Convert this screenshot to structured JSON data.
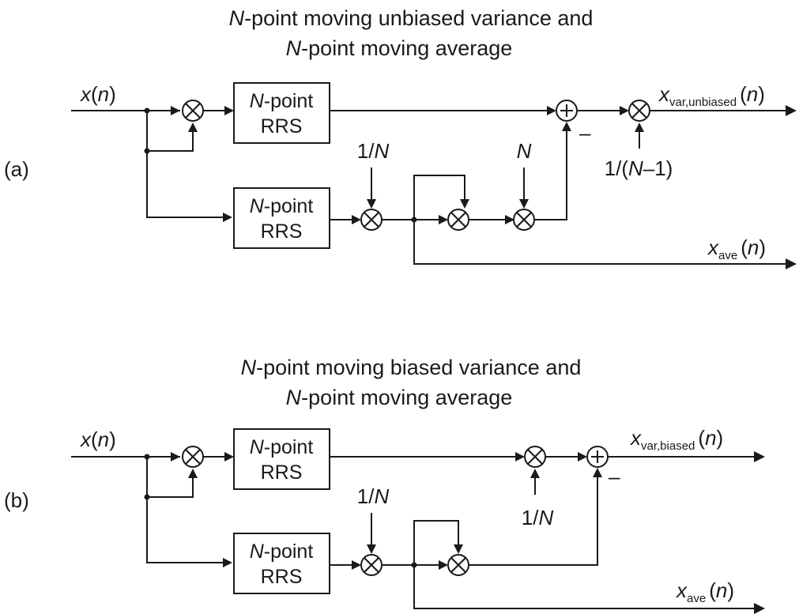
{
  "diagram": {
    "a": {
      "title_line1_italic": "N",
      "title_line1_rest": "-point moving unbiased variance and",
      "title_line2_italic": "N",
      "title_line2_rest": "-point moving average",
      "panel_label": "(a)",
      "input_x": "x",
      "input_n": "n",
      "rrs_top_n": "N",
      "rrs_top_rest": "-point",
      "rrs_top_line2": "RRS",
      "rrs_bot_n": "N",
      "rrs_bot_rest": "-point",
      "rrs_bot_line2": "RRS",
      "gain_1overN_num": "1/",
      "gain_1overN_N": "N",
      "gain_N": "N",
      "gain_unbiased_pre": "1/(",
      "gain_unbiased_N": "N",
      "gain_unbiased_post": "–1)",
      "adder_minus": "–",
      "out_var_x": "x",
      "out_var_sub": "var,unbiased",
      "out_var_n": "n",
      "out_ave_x": "x",
      "out_ave_sub": "ave",
      "out_ave_n": "n"
    },
    "b": {
      "title_line1_italic": "N",
      "title_line1_rest": "-point moving biased variance and",
      "title_line2_italic": "N",
      "title_line2_rest": "-point moving average",
      "panel_label": "(b)",
      "input_x": "x",
      "input_n": "n",
      "rrs_top_n": "N",
      "rrs_top_rest": "-point",
      "rrs_top_line2": "RRS",
      "rrs_bot_n": "N",
      "rrs_bot_rest": "-point",
      "rrs_bot_line2": "RRS",
      "gain_1overN_num": "1/",
      "gain_1overN_N": "N",
      "gain_biased_num": "1/",
      "gain_biased_N": "N",
      "adder_minus": "–",
      "out_var_x": "x",
      "out_var_sub": "var,biased",
      "out_var_n": "n",
      "out_ave_x": "x",
      "out_ave_sub": "ave",
      "out_ave_n": "n"
    }
  }
}
